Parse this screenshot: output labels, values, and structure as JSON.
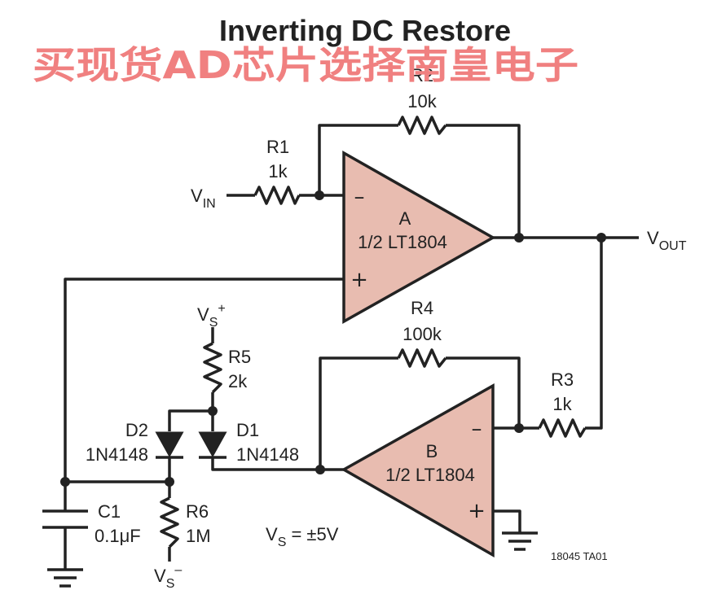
{
  "title": "Inverting DC Restore",
  "watermark": "买现货AD芯片选择南皇电子",
  "colors": {
    "opamp_fill": "#e8bcb0",
    "wire": "#222222",
    "watermark": "#f08080"
  },
  "opamps": {
    "a": {
      "name": "A",
      "part": "1/2 LT1804",
      "minus": "–",
      "plus": "+"
    },
    "b": {
      "name": "B",
      "part": "1/2 LT1804",
      "minus": "–",
      "plus": "+"
    }
  },
  "resistors": {
    "r1": {
      "ref": "R1",
      "value": "1k"
    },
    "r2": {
      "ref": "R2",
      "value": "10k"
    },
    "r3": {
      "ref": "R3",
      "value": "1k"
    },
    "r4": {
      "ref": "R4",
      "value": "100k"
    },
    "r5": {
      "ref": "R5",
      "value": "2k"
    },
    "r6": {
      "ref": "R6",
      "value": "1M"
    }
  },
  "diodes": {
    "d1": {
      "ref": "D1",
      "part": "1N4148"
    },
    "d2": {
      "ref": "D2",
      "part": "1N4148"
    }
  },
  "capacitor": {
    "ref": "C1",
    "value": "0.1μF"
  },
  "nets": {
    "vin": {
      "main": "V",
      "sub": "IN"
    },
    "vout": {
      "main": "V",
      "sub": "OUT"
    },
    "vs_plus": {
      "main": "V",
      "sub": "S",
      "sup": "+"
    },
    "vs_minus": {
      "main": "V",
      "sub": "S",
      "sup": "–"
    },
    "supply": {
      "main": "V",
      "sub": "S",
      "rest": " = ±5V"
    }
  },
  "figure_id": "18045 TA01"
}
